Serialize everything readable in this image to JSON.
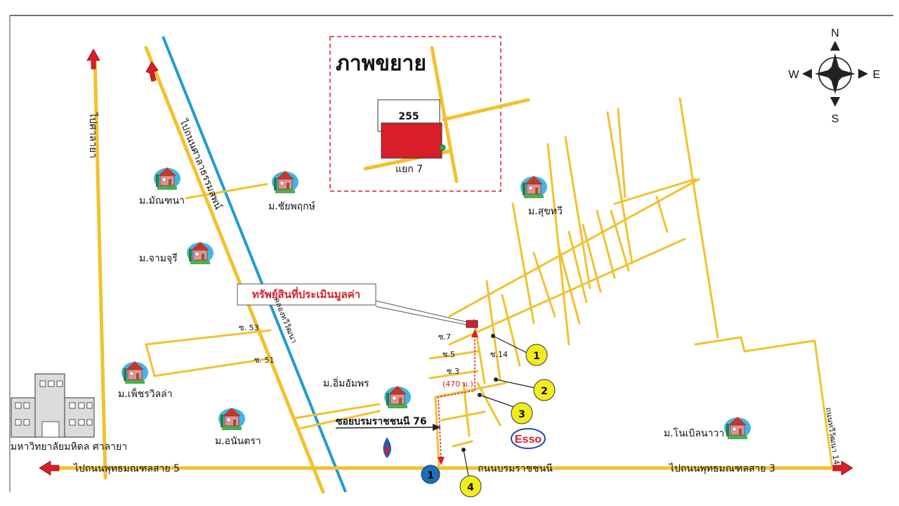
{
  "inset": {
    "title": "ภาพขยาย",
    "plot_number": "255",
    "junction_label": "แยก 7"
  },
  "compass": {
    "n": "N",
    "s": "S",
    "e": "E",
    "w": "W"
  },
  "property_callout": "ทรัพย์สินที่ประเมินมูลค่า",
  "villages": {
    "montana": "ม.มัณฑนา",
    "chaiyapruk": "ม.ชัยพฤกษ์",
    "suktawee": "ม.สุขทวี",
    "jamjuree": "ม.จามจุรี",
    "petchvilla": "ม.เพ็ชรวิลล่า",
    "imumporn": "ม.อิ่มอัมพร",
    "ananta": "ม.อนันตรา",
    "noblenawa": "ม.โนเบิลนาวา"
  },
  "roads": {
    "to_sala_ya": "ไปศาลายา",
    "to_phutthamonthon": "ไปถนนพุทธมณฑลสาย 5",
    "to_phutthamonthon_3": "ไปถนนพุทธมณฑลสาย 3",
    "borommaratchachonnani": "ถนนบรมราชชนนี",
    "to_sai_sathit": "ไปถนนศาลาธรรมสพน์",
    "soi_76": "ซอยบรมราชชนนี 76",
    "khlong": "คลองทวีวัฒนา",
    "soi_53": "ซ. 53",
    "soi_51": "ซ. 51",
    "soi_7": "ซ.7",
    "soi_5": "ซ.5",
    "soi_3": "ซ.3",
    "soi_14": "ซ.14",
    "distance": "(470 ม.)",
    "right_edge_road": "ถนนทวีวัฒนา 14"
  },
  "landmarks": {
    "university": "มหาวิทยาลัยมหิดล ศาลายา",
    "esso": "Esso"
  },
  "markers": [
    "1",
    "2",
    "3",
    "4"
  ],
  "blue_marker": "1",
  "colors": {
    "road": "#f2c12e",
    "canal": "#1e9bd7",
    "arrow": "#d81e2a",
    "marker": "#f2ec1f",
    "blue_marker": "#1e6fb8"
  }
}
